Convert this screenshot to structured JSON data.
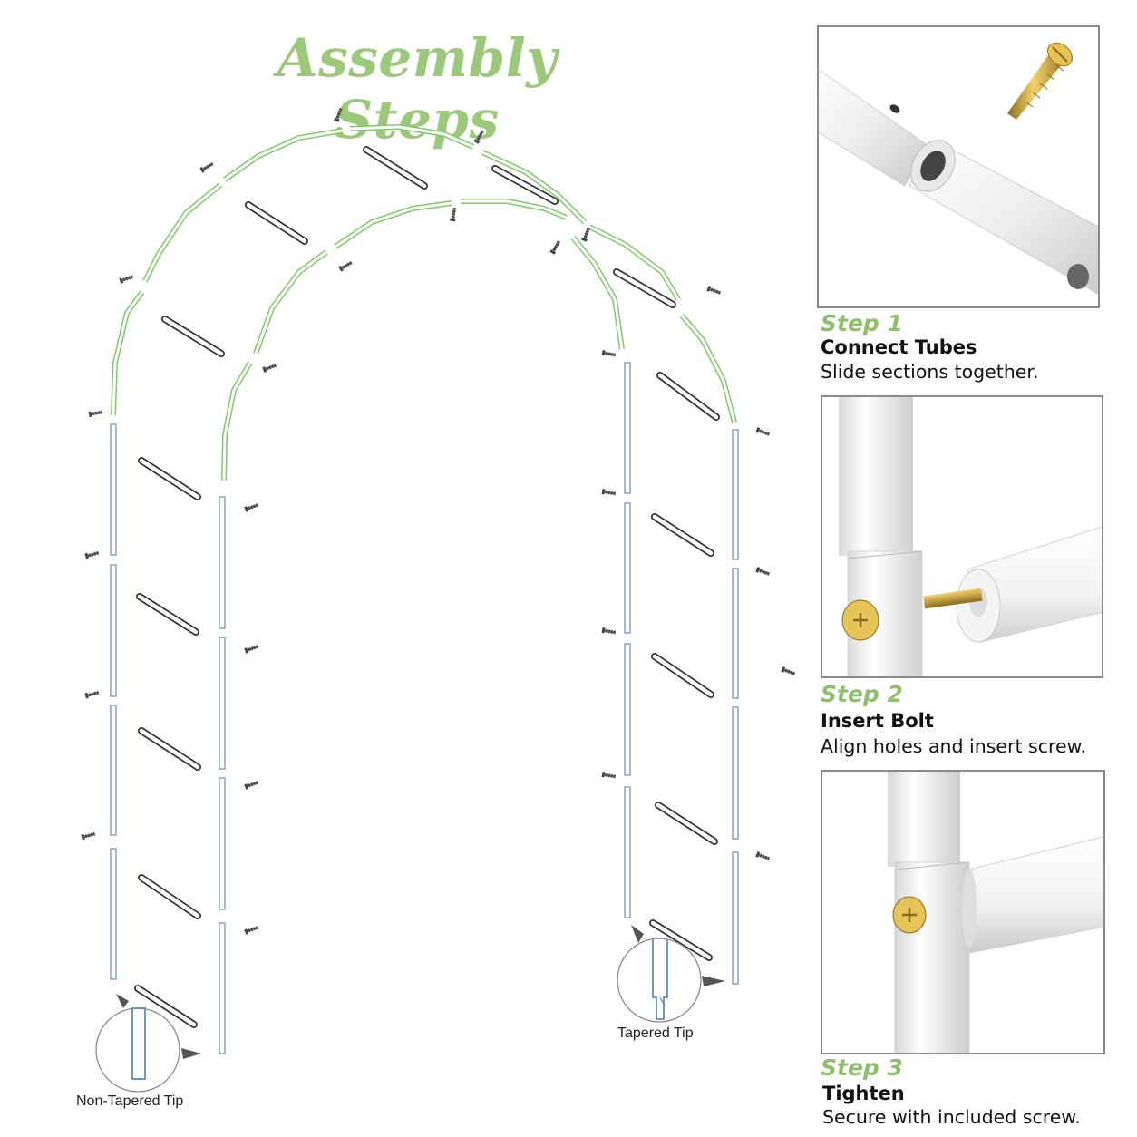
{
  "title": "Assembly Steps",
  "colors": {
    "accent_green": "#9cc979",
    "arch_tube": "#7fc96a",
    "post_tube": "#7d9cc4",
    "screw_brass": "#d4a93a"
  },
  "steps": [
    {
      "label": "Step 1",
      "title": "Connect Tubes",
      "description": "Slide sections together."
    },
    {
      "label": "Step 2",
      "title": "Insert Bolt",
      "description": "Align holes and insert screw."
    },
    {
      "label": "Step 3",
      "title": "Tighten",
      "description": "Secure with included screw."
    }
  ],
  "tips": {
    "left": "Non-Tapered Tip",
    "right": "Tapered Tip"
  }
}
